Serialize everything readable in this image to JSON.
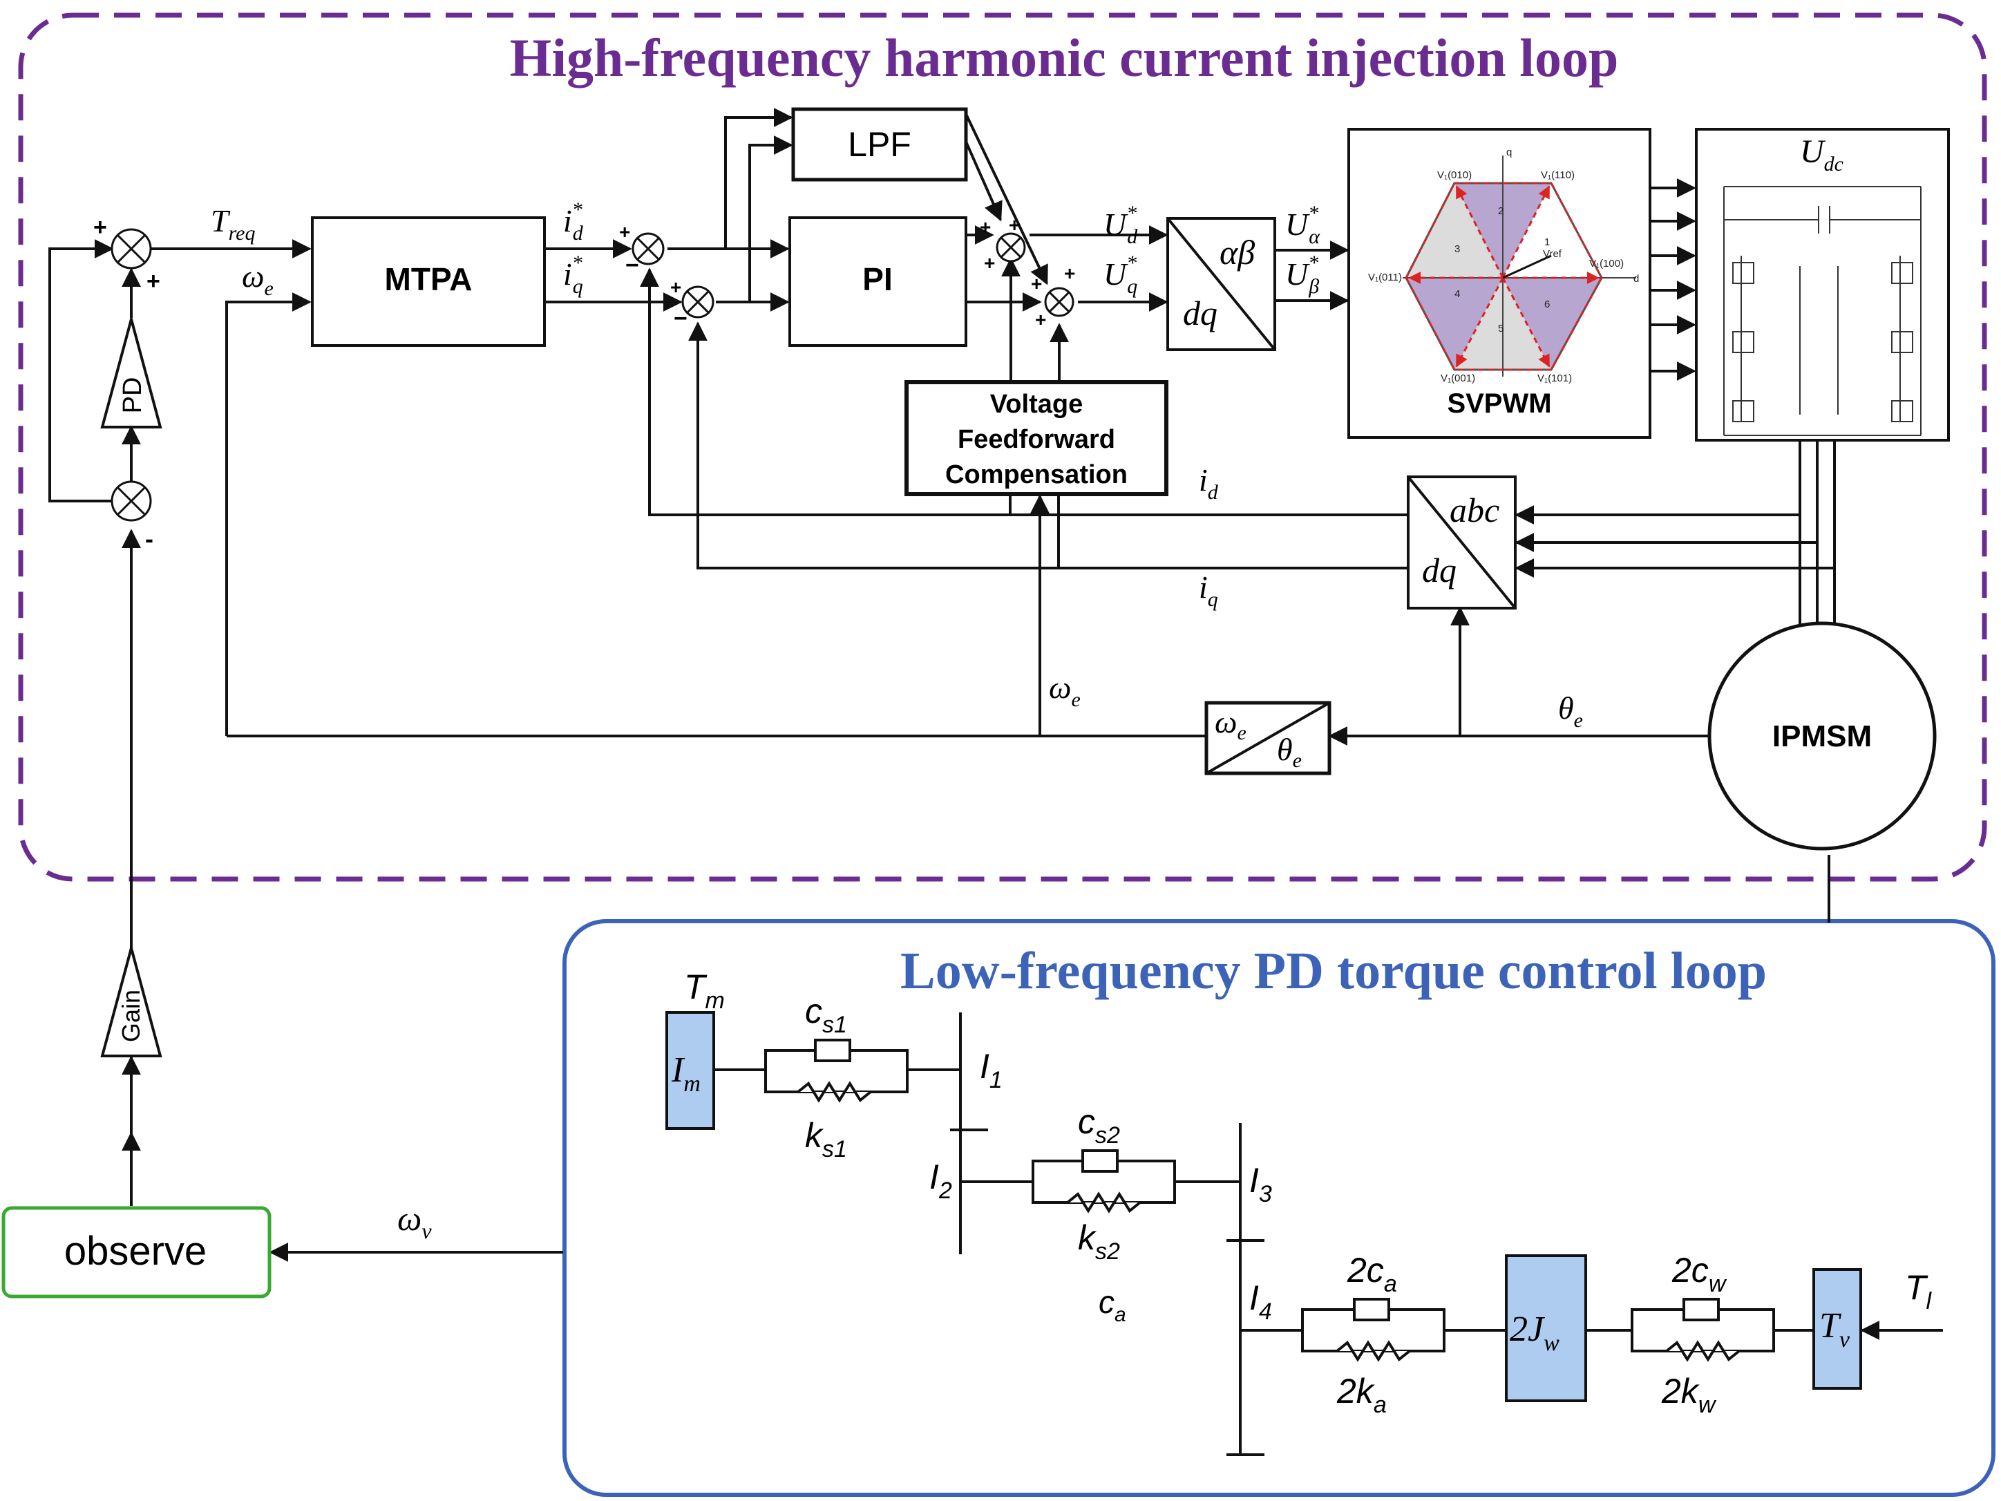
{
  "hf_loop": {
    "title": "High-frequency harmonic current injection loop",
    "border_color": "#6b2c91",
    "blocks": {
      "mtpa": "MTPA",
      "lpf": "LPF",
      "pi": "PI",
      "vff_line1": "Voltage",
      "vff_line2": "Feedforward",
      "vff_line3": "Compensation",
      "svpwm": "SVPWM",
      "ipmsm": "IPMSM",
      "pd": "PD",
      "ab_top": "αβ",
      "ab_bottom": "dq",
      "abc_top": "abc",
      "abc_bottom": "dq",
      "wt_top": "ω",
      "wt_top_sub": "e",
      "wt_bottom": "θ",
      "wt_bottom_sub": "e"
    },
    "signals": {
      "treq": "T",
      "treq_sub": "req",
      "we": "ω",
      "we_sub": "e",
      "id_ref": "i",
      "id_ref_sub": "d",
      "id_ref_sup": "*",
      "iq_ref": "i",
      "iq_ref_sub": "q",
      "iq_ref_sup": "*",
      "ud": "U",
      "ud_sub": "d",
      "ud_sup": "*",
      "uq": "U",
      "uq_sub": "q",
      "uq_sup": "*",
      "ualpha": "U",
      "ualpha_sub": "α",
      "ualpha_sup": "*",
      "ubeta": "U",
      "ubeta_sub": "β",
      "ubeta_sup": "*",
      "id": "i",
      "id_sub": "d",
      "iq": "i",
      "iq_sub": "q",
      "theta": "θ",
      "theta_sub": "e",
      "udc": "U",
      "udc_sub": "dc",
      "plus": "+",
      "minus": "-",
      "minus_alt": "−"
    },
    "svpwm_hex": {
      "vectors": [
        "V₁(010)",
        "V₁(110)",
        "V₁(011)",
        "V₁(100)",
        "V₁(001)",
        "V₁(101)"
      ],
      "sectors": [
        "1",
        "2",
        "3",
        "4",
        "5",
        "6"
      ],
      "vref": "Vref",
      "q_axis": "q",
      "d_axis": "d"
    }
  },
  "lf_loop": {
    "title": "Low-frequency PD torque control loop",
    "border_color": "#3c63b8",
    "fill_color": "#aecbf0",
    "labels": {
      "tm": "T",
      "tm_sub": "m",
      "im": "I",
      "im_sub": "m",
      "cs1": "c",
      "cs1_sub": "s1",
      "ks1": "k",
      "ks1_sub": "s1",
      "i1": "I",
      "i1_sub": "1",
      "i2": "I",
      "i2_sub": "2",
      "cs2": "c",
      "cs2_sub": "s2",
      "ks2": "k",
      "ks2_sub": "s2",
      "i3": "I",
      "i3_sub": "3",
      "i4": "I",
      "i4_sub": "4",
      "ca": "c",
      "ca_sub": "a",
      "two_ca": "2c",
      "two_ca_sub": "a",
      "two_ka": "2k",
      "two_ka_sub": "a",
      "two_jw": "2J",
      "two_jw_sub": "w",
      "two_cw": "2c",
      "two_cw_sub": "w",
      "two_kw": "2k",
      "two_kw_sub": "w",
      "tv": "T",
      "tv_sub": "v",
      "tl": "T",
      "tl_sub": "l"
    }
  },
  "outer": {
    "observe": "observe",
    "observe_color": "#3aa832",
    "gain": "Gain",
    "wv": "ω",
    "wv_sub": "v"
  }
}
